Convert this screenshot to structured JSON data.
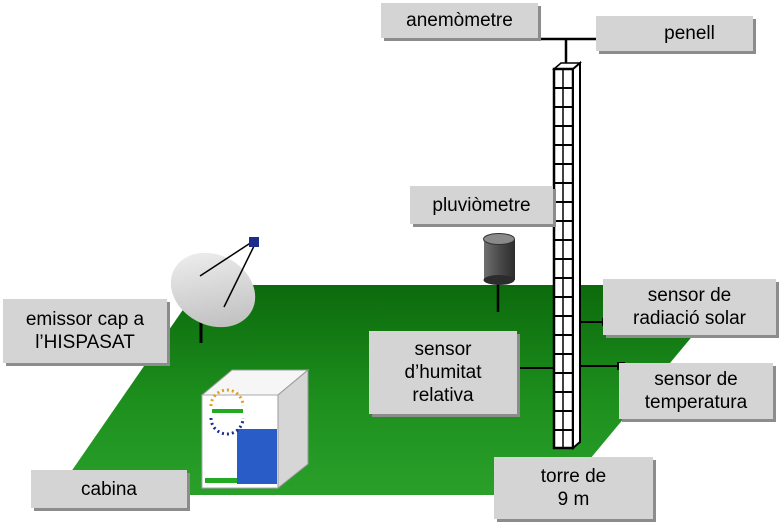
{
  "labels": {
    "anemometre": "anemòmetre",
    "penell": "penell",
    "pluviometre": "pluviòmetre",
    "radiacio": [
      "sensor de",
      "radiació solar"
    ],
    "humitat": [
      "sensor",
      "d’humitat",
      "relativa"
    ],
    "temperatura": [
      "sensor de",
      "temperatura"
    ],
    "emissor": [
      "emissor cap a",
      "l’HISPASAT"
    ],
    "cabina": "cabina",
    "torre": [
      "torre de",
      "9 m"
    ]
  },
  "colors": {
    "ground": "#1f8a1f",
    "label_bg": "#d4d4d4",
    "tower": "#000000",
    "vane": "#1c2c8c",
    "cabin_door": "#2a5cc8"
  }
}
